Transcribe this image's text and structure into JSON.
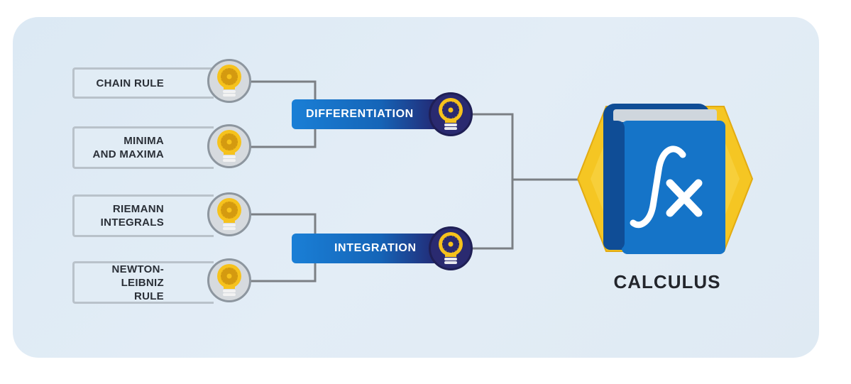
{
  "root": {
    "label": "CALCULUS",
    "icon": "book-integral-icon"
  },
  "branches": [
    {
      "label": "DIFFERENTIATION",
      "icon": "gear-bulb-icon",
      "children": [
        {
          "label": "CHAIN RULE",
          "icon": "gear-bulb-icon"
        },
        {
          "label": "MINIMA\nAND MAXIMA",
          "icon": "gear-bulb-icon"
        }
      ]
    },
    {
      "label": "INTEGRATION",
      "icon": "gear-bulb-icon",
      "children": [
        {
          "label": "RIEMANN\nINTEGRALS",
          "icon": "gear-bulb-icon"
        },
        {
          "label": "NEWTON-LEIBNIZ\nRULE",
          "icon": "gear-bulb-icon"
        }
      ]
    }
  ],
  "colors": {
    "background": "#dfeaf3",
    "bulb_yellow": "#f6c21c",
    "pill_blue": "#1a7fd6",
    "pill_navy": "#232873",
    "book_blue": "#1574c8",
    "hexagon_yellow": "#f5c623",
    "connector_gray": "#7b7f84"
  }
}
